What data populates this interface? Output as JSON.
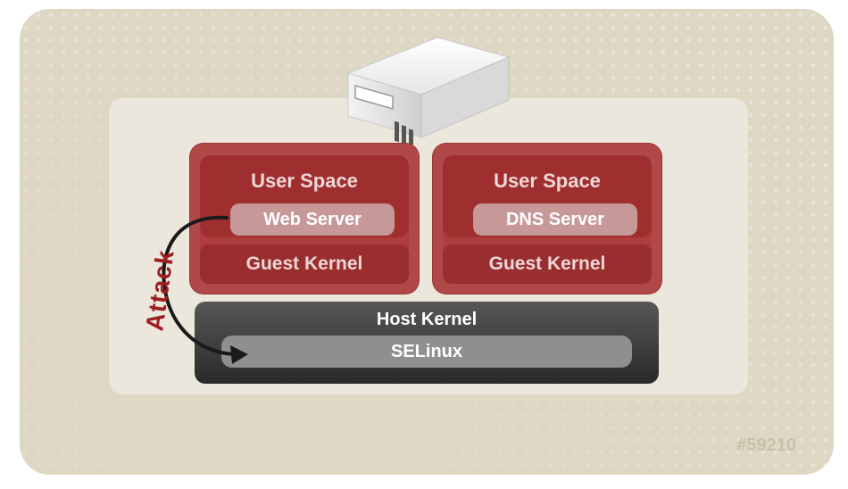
{
  "vm_left": {
    "user_space_label": "User Space",
    "server_label": "Web Server",
    "guest_kernel_label": "Guest Kernel"
  },
  "vm_right": {
    "user_space_label": "User Space",
    "server_label": "DNS Server",
    "guest_kernel_label": "Guest Kernel"
  },
  "host": {
    "kernel_label": "Host Kernel",
    "security_module_label": "SELinux"
  },
  "attack_label": "Attack",
  "watermark": "#59210",
  "colors": {
    "vm_red": "#a83a3a",
    "host_dark": "#3a3a3a",
    "background_beige": "#ded7c4",
    "arrow": "#1a1a1a",
    "attack_text": "#9e1f1f"
  },
  "icons": {
    "server": "server-box-icon"
  }
}
